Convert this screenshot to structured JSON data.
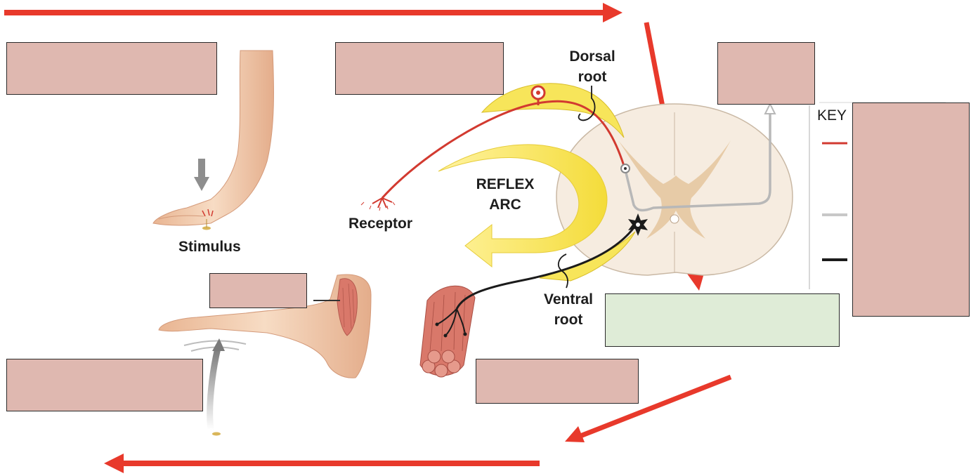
{
  "labels": {
    "dorsal_root": "Dorsal root",
    "reflex_arc": "REFLEX ARC",
    "receptor": "Receptor",
    "stimulus": "Stimulus",
    "ventral_root": "Ventral root",
    "key": "KEY"
  },
  "colors": {
    "flow_arrow": "#e8392b",
    "label_box": "#dfb8b0",
    "answer_box": "#dfecd7",
    "sensory_neuron": "#d23a30",
    "interneuron": "#b8b8b8",
    "motor_neuron": "#1b1b1b",
    "reflex_arc_arrow": "#f7e55a",
    "skin": "#f2c9a8",
    "muscle": "#d9786a",
    "gray_matter": "#e7cba7",
    "white_matter": "#f6ece0"
  },
  "icons": [
    "gray-down-arrow-icon",
    "gray-up-arrow-icon",
    "synapse-star-icon",
    "cell-body-icon"
  ]
}
